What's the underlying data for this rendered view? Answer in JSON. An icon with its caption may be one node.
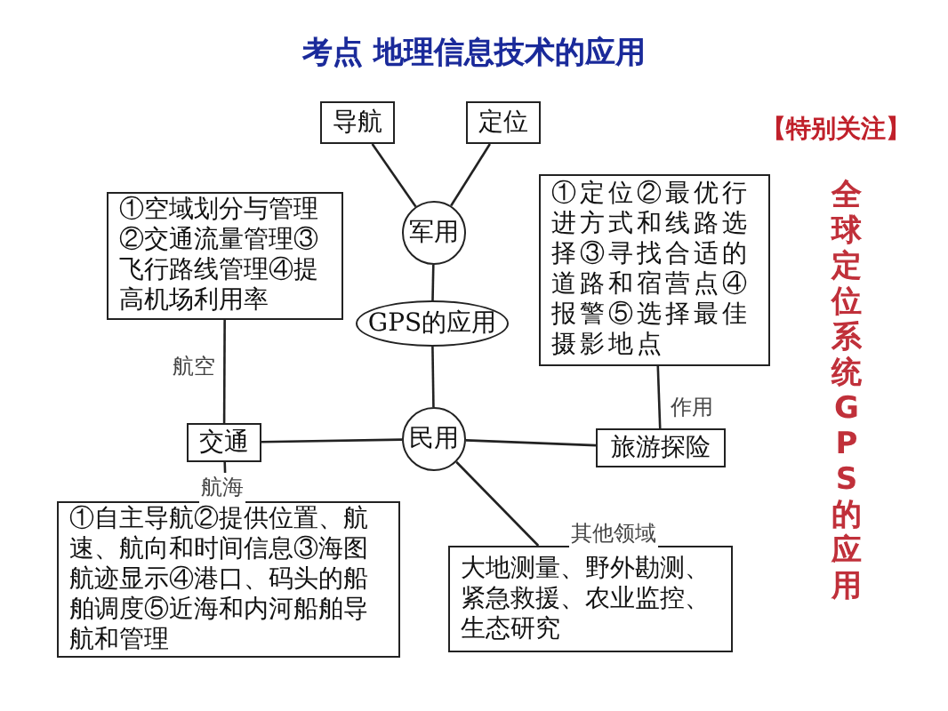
{
  "diagram": {
    "title": "考点 地理信息技术的应用",
    "nodes": [
      {
        "text": [
          "导航"
        ]
      },
      {
        "text": [
          "定位"
        ]
      },
      {
        "text": [
          "军用"
        ]
      },
      {
        "text": [
          "①空域划分与管理②交通流量管理③飞行路线管理④提高机场利用率"
        ]
      },
      {
        "text": [
          "①定位②最优行进方式和线路选择③寻找合适的道路和宿营点④报警⑤选择最佳摄影地点"
        ]
      },
      {
        "text": [
          "GPS的应用"
        ]
      },
      {
        "text": [
          "交通"
        ]
      },
      {
        "text": [
          "民用"
        ]
      },
      {
        "text": [
          "旅游探险"
        ]
      },
      {
        "text": [
          "①自主导航②提供位置、航速、航向和时间信息③海图航迹显示④港口、码头的船舶调度⑤近海和内河船舶导航和管理"
        ]
      },
      {
        "text": [
          "大地测量、野外勘测、紧急救援、农业监控、生态研究"
        ]
      }
    ],
    "edges": [
      {
        "from": 0,
        "to": 2,
        "arrow": "none"
      },
      {
        "from": 1,
        "to": 2,
        "arrow": "none"
      },
      {
        "from": 2,
        "to": 5,
        "arrow": "none"
      },
      {
        "from": 5,
        "to": 7,
        "arrow": "none"
      },
      {
        "from": 7,
        "to": 6,
        "arrow": "none"
      },
      {
        "from": 6,
        "to": 3,
        "arrow": "none",
        "label": "航空"
      },
      {
        "from": 6,
        "to": 9,
        "arrow": "none",
        "label": "航海"
      },
      {
        "from": 7,
        "to": 8,
        "arrow": "none"
      },
      {
        "from": 8,
        "to": 4,
        "arrow": "none",
        "label": "作用"
      },
      {
        "from": 7,
        "to": 10,
        "arrow": "none",
        "label": "其他领域"
      }
    ],
    "labels": [
      "【特别关注】",
      "全球定位系统GPS的应用"
    ]
  }
}
